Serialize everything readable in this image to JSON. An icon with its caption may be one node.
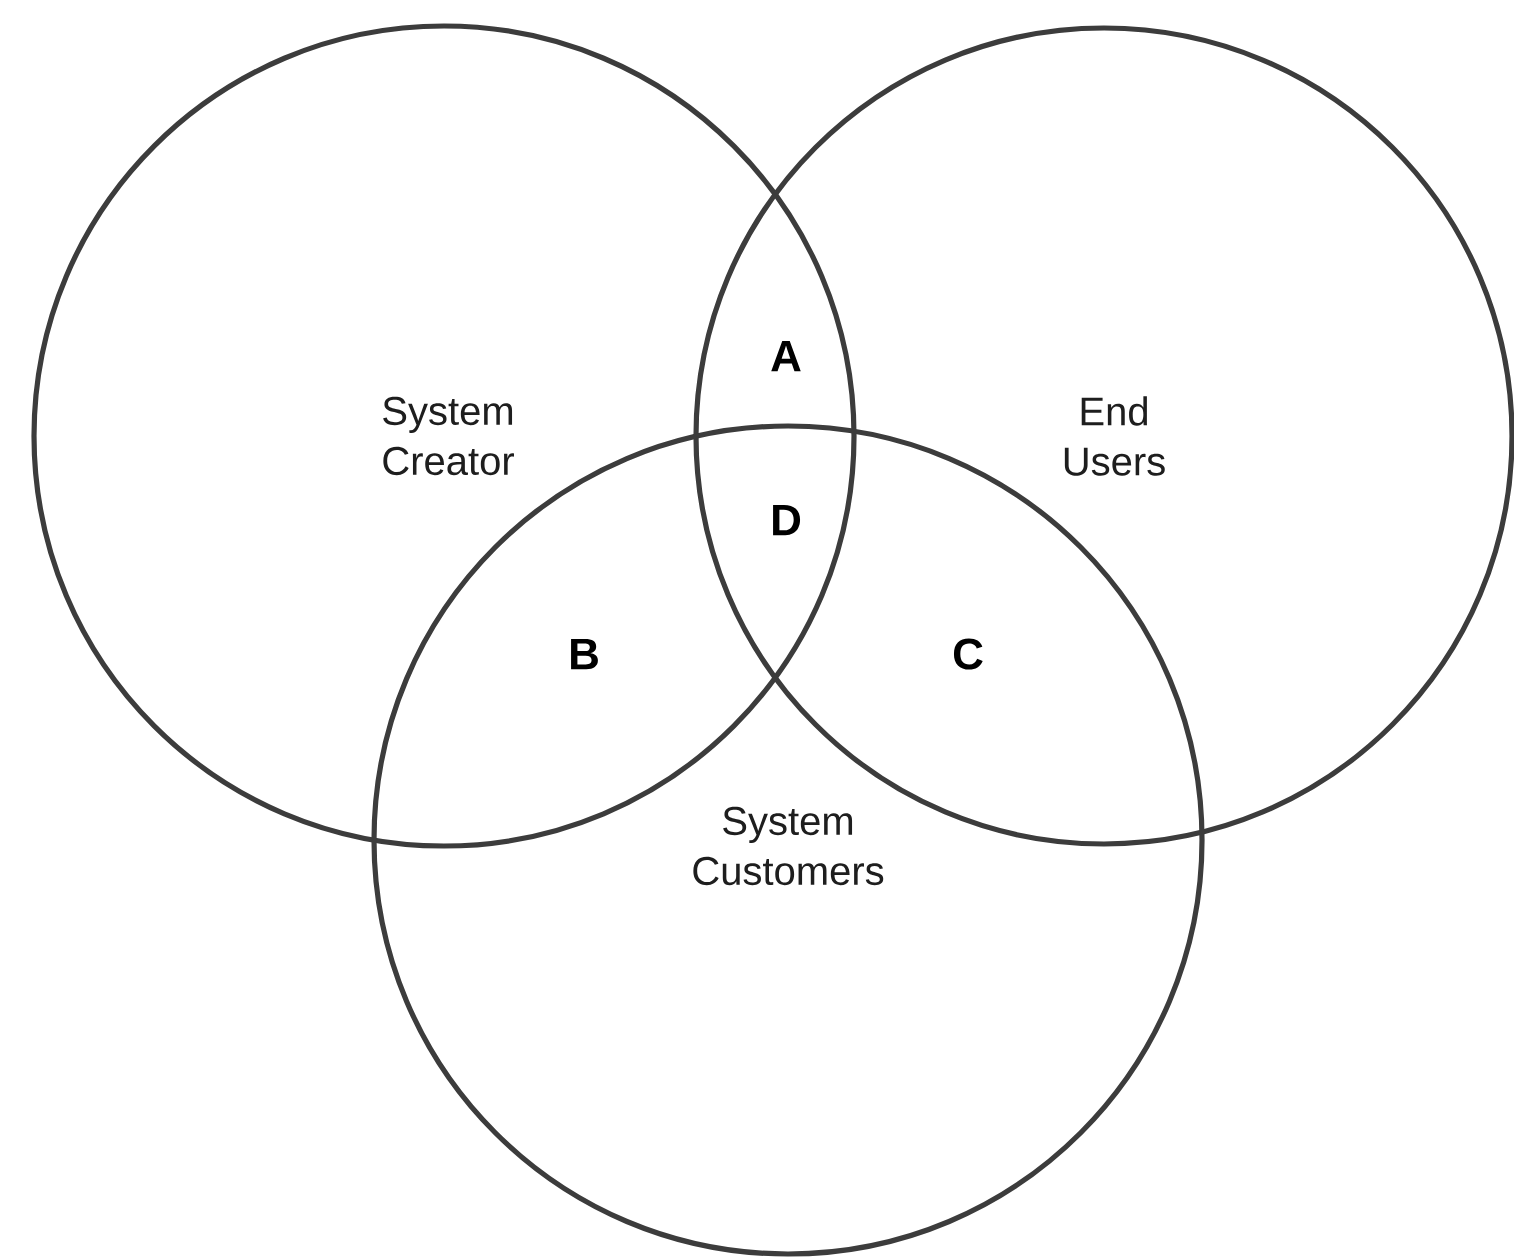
{
  "diagram": {
    "nodes": [
      {
        "text": [
          "System Creator"
        ]
      },
      {
        "text": [
          "End Users"
        ]
      },
      {
        "text": [
          "System Customers"
        ]
      }
    ],
    "labels": [
      "A",
      "D",
      "B",
      "C"
    ]
  }
}
